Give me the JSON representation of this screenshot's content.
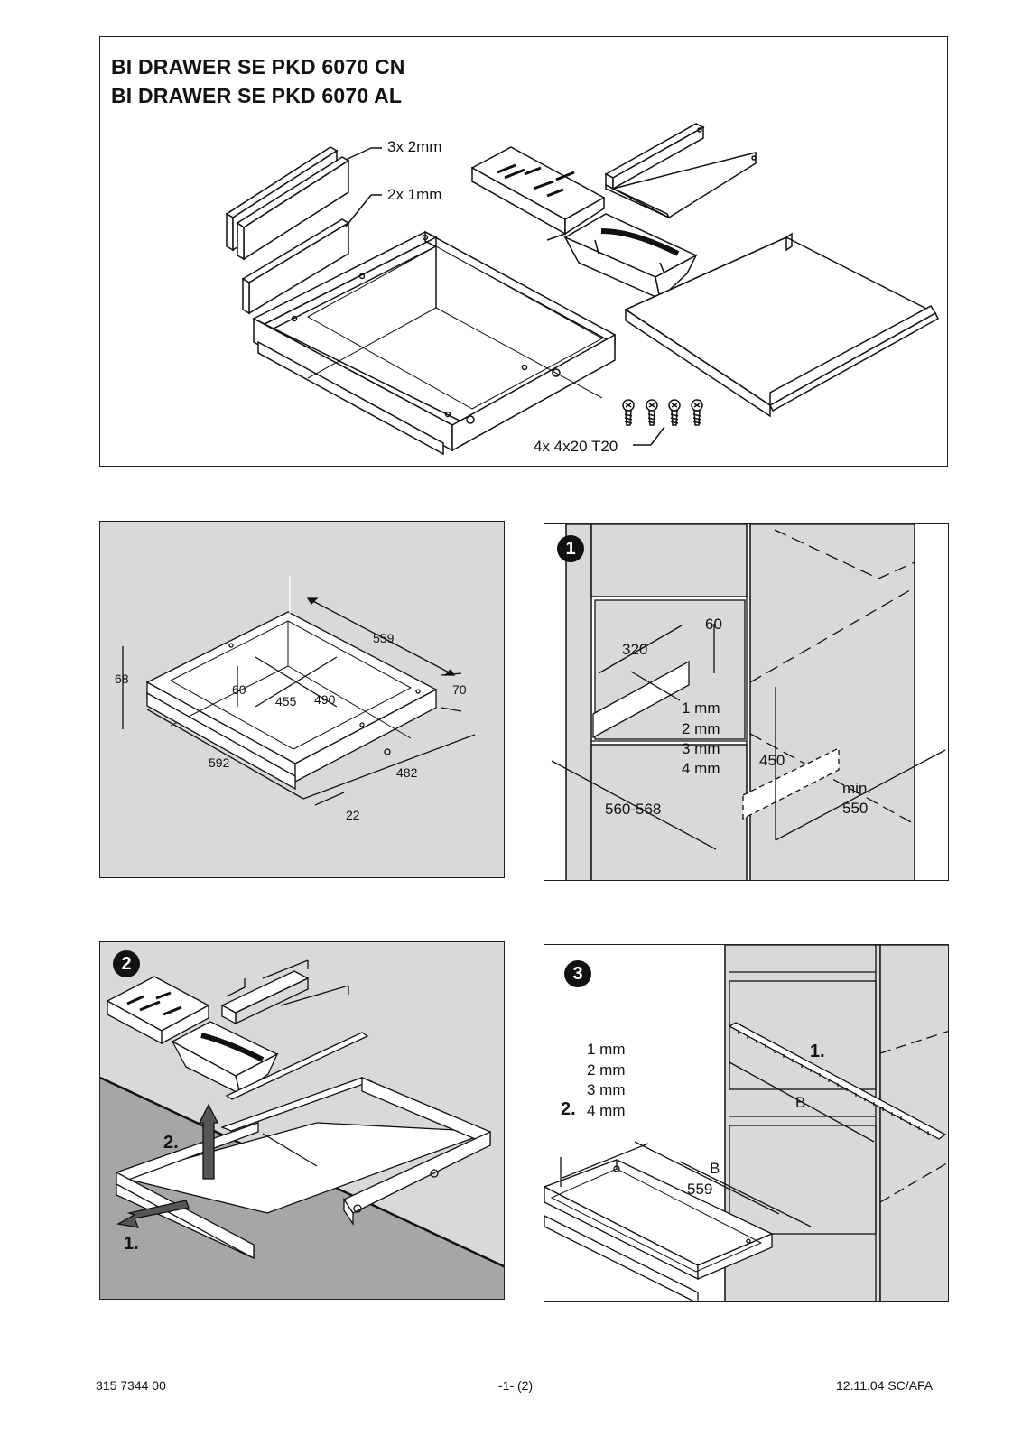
{
  "title": {
    "line1": "BI DRAWER SE PKD 6070 CN",
    "line2": "BI DRAWER SE PKD 6070 AL"
  },
  "parts": {
    "spacers_thick": "3x 2mm",
    "spacers_thin": "2x 1mm",
    "screws": "4x 4x20 T20"
  },
  "dimensions": {
    "d559": "559",
    "d68": "68",
    "d60": "60",
    "d455": "455",
    "d490": "490",
    "d70": "70",
    "d592": "592",
    "d482": "482",
    "d22": "22"
  },
  "step1": {
    "badge": "1",
    "d60": "60",
    "d320": "320",
    "shims": [
      "1 mm",
      "2 mm",
      "3 mm",
      "4 mm"
    ],
    "d450": "450",
    "min": "min.",
    "d550": "550",
    "width": "560-568"
  },
  "step2": {
    "badge": "2",
    "action1": "1.",
    "action2": "2."
  },
  "step3": {
    "badge": "3",
    "shims": [
      "1 mm",
      "2 mm",
      "3 mm",
      "4 mm"
    ],
    "action1": "1.",
    "action2": "2.",
    "measure": "B",
    "measure2": "B",
    "d559": "559"
  },
  "footer": {
    "docnum": "315 7344 00",
    "page": "-1- (2)",
    "date": "12.11.04 SC/AFA"
  }
}
